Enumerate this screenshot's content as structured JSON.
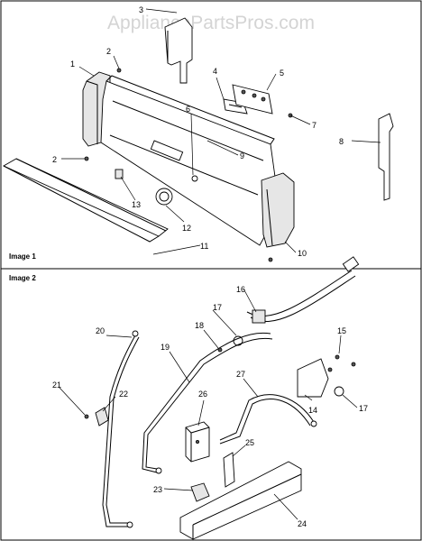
{
  "watermark": "AppliancePartsPros.com",
  "sections": [
    {
      "title": "Image 1"
    },
    {
      "title": "Image 2"
    }
  ],
  "image1_labels": [
    "3",
    "2",
    "1",
    "4",
    "5",
    "6",
    "7",
    "2",
    "9",
    "8",
    "13",
    "12",
    "11",
    "10"
  ],
  "image2_labels": [
    "16",
    "17",
    "18",
    "15",
    "20",
    "19",
    "21",
    "22",
    "27",
    "26",
    "14",
    "17",
    "25",
    "23",
    "24"
  ]
}
